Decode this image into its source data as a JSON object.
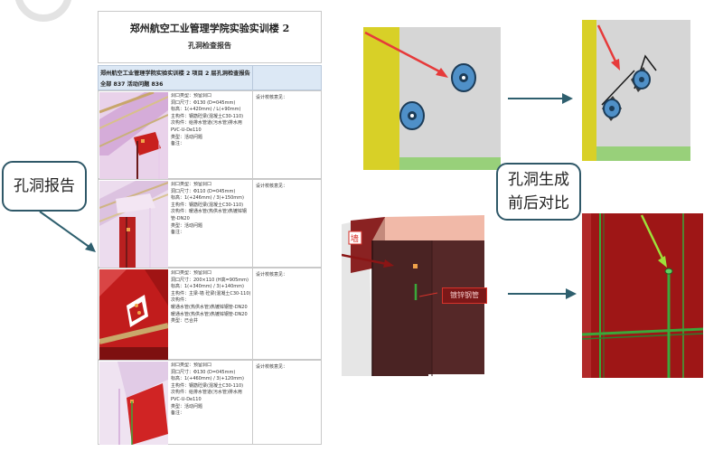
{
  "report": {
    "title": "郑州航空工业管理学院实验实训楼 2",
    "subtitle": "孔洞检查报告",
    "header_line1": "郑州航空工业管理学院实验实训楼 2 项目 2 层孔洞检查报告",
    "header_line2": "全部 837 活动问题 836",
    "rows": [
      {
        "lines": [
          "洞口类型：预留洞口",
          "洞口尺寸：Φ130 (D=045mm)",
          "标高：1(+420mm) / L(+90mm)",
          "主构件：钢筋砼梁(混凝土C30-110)",
          "次构件：给排水管道(污水管)排水用",
          "PVC-U-De110",
          "类型：活动问题",
          "备注："
        ],
        "memo": "设计校核意见："
      },
      {
        "lines": [
          "洞口类型：预留洞口",
          "洞口尺寸：Φ110 (D=045mm)",
          "标高：1(+246mm) / 3(+150mm)",
          "主构件：钢筋砼梁(混凝土C30-110)",
          "次构件：暖通水管(热供水管)热镀锌钢",
          "管-DN20",
          "类型：活动问题",
          "备注："
        ],
        "memo": "设计校核意见："
      },
      {
        "lines": [
          "洞口类型：预留洞口",
          "洞口尺寸：200×110 (H高=905mm)",
          "标高：1(+340mm) / 3(+140mm)",
          "主构件：主梁-墙 砼梁(混凝土C30-110)",
          "次构件：",
          "暖通水管(热供水管)热镀锌钢管-DN20",
          "暖通水管(热供水管)热镀锌钢管-DN20",
          "类型：已合并"
        ],
        "memo": "设计校核意见："
      },
      {
        "lines": [
          "洞口类型：预留洞口",
          "洞口尺寸：Φ130 (D=045mm)",
          "标高：1(+460mm) / 3(+120mm)",
          "主构件：钢筋砼梁(混凝土C30-110)",
          "次构件：给排水管道(污水管)排水用",
          "PVC-U-De110",
          "类型：活动问题",
          "备注："
        ],
        "memo": "设计校核意见："
      }
    ]
  },
  "callouts": {
    "report_label": "孔洞报告",
    "compare_line1": "孔洞生成",
    "compare_line2": "前后对比"
  },
  "scene_tag": "镀锌钢管",
  "scene_sign": "墙",
  "colors": {
    "yellow_wall": "#d8d027",
    "gray_panel": "#d6d6d6",
    "green_floor": "#98d07a",
    "arrow_red": "#e63a3a",
    "arrow_teal": "#2e5f6e",
    "brick_red": "#9e1616",
    "pipe_green": "#3aa83a",
    "pipe_blue": "#4f90c8"
  }
}
